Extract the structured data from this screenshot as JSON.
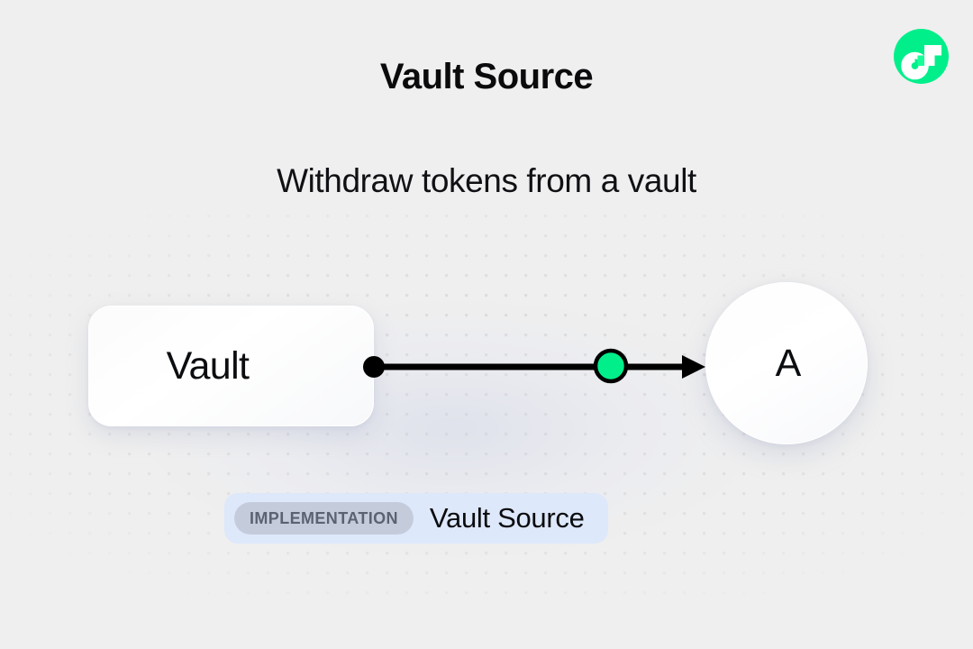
{
  "header": {
    "title": "Vault Source",
    "subtitle": "Withdraw tokens from a vault"
  },
  "brand": {
    "logo_icon": "flow-logo-icon",
    "logo_color": "#00EF8B",
    "logo_accent_color": "#16FF99"
  },
  "diagram": {
    "background_color": "#EFEFEF",
    "dot_color": "#DCDCDC",
    "nodes": [
      {
        "id": "vault",
        "label": "Vault",
        "shape": "rounded-rect"
      },
      {
        "id": "a",
        "label": "A",
        "shape": "circle"
      }
    ],
    "edge": {
      "source_port_icon": "source-port-dot",
      "source_port_color": "#000000",
      "midpoint_icon": "edge-midpoint-dot",
      "midpoint_color": "#00EF8B",
      "arrow_icon": "arrow-head-icon",
      "line_color": "#000000"
    }
  },
  "footer": {
    "badge_tag": "IMPLEMENTATION",
    "badge_name": "Vault Source",
    "badge_bg_color": "#DDE8FA",
    "chip_bg_color": "#C4CCDC",
    "chip_text_color": "#5B6372"
  }
}
